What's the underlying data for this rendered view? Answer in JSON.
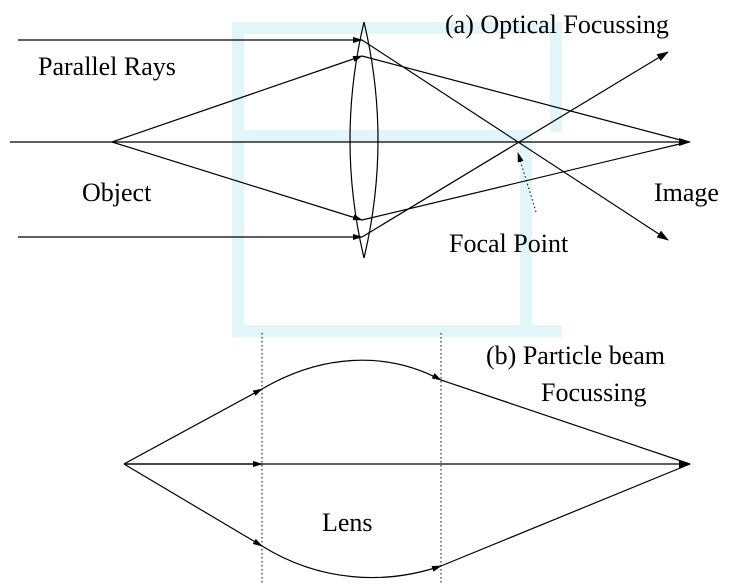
{
  "part_a": {
    "title": "(a) Optical Focussing",
    "parallel_rays": "Parallel Rays",
    "object": "Object",
    "image": "Image",
    "focal_point": "Focal Point"
  },
  "part_b": {
    "title_line1": "(b) Particle beam",
    "title_line2": "Focussing",
    "lens": "Lens"
  },
  "colors": {
    "ink": "#000000",
    "watermark": "#e2f6fa"
  }
}
